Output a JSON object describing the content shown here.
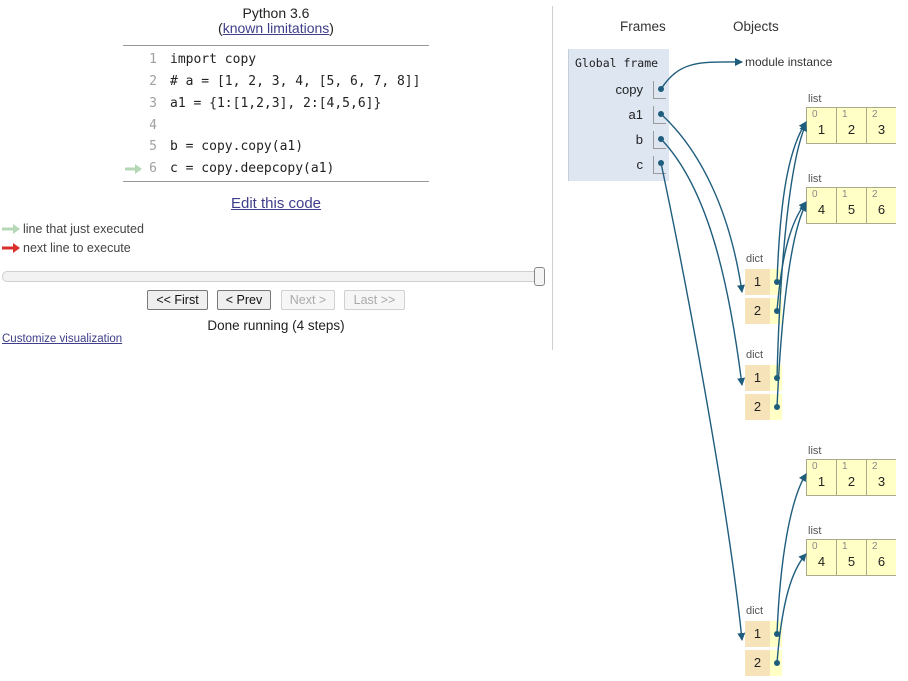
{
  "header": {
    "language": "Python 3.6",
    "limitations_prefix": "(",
    "limitations_link": "known limitations",
    "limitations_suffix": ")"
  },
  "code": {
    "lines": [
      {
        "num": "1",
        "text": "import copy"
      },
      {
        "num": "2",
        "text": "# a = [1, 2, 3, 4, [5, 6, 7, 8]]"
      },
      {
        "num": "3",
        "text": "a1 = {1:[1,2,3], 2:[4,5,6]}"
      },
      {
        "num": "4",
        "text": ""
      },
      {
        "num": "5",
        "text": "b = copy.copy(a1)"
      },
      {
        "num": "6",
        "text": "c = copy.deepcopy(a1)"
      }
    ],
    "executed_arrow_color": "#b6d7b6"
  },
  "edit_link": "Edit this code",
  "legend": {
    "executed": "line that just executed",
    "next": "next line to execute",
    "executed_color": "#b6d7b6",
    "next_color": "#d9302c"
  },
  "slider": {
    "position_fraction": 1.0
  },
  "nav": {
    "first": "<< First",
    "prev": "< Prev",
    "next": "Next >",
    "last": "Last >>"
  },
  "status": "Done running (4 steps)",
  "customize_link": "Customize visualization",
  "viz": {
    "frames_header": "Frames",
    "objects_header": "Objects",
    "global_frame": {
      "title": "Global frame",
      "vars": [
        "copy",
        "a1",
        "b",
        "c"
      ]
    },
    "module_label": "module instance",
    "list_label": "list",
    "dict_label": "dict",
    "lists": [
      {
        "indices": [
          "0",
          "1",
          "2"
        ],
        "values": [
          "1",
          "2",
          "3"
        ]
      },
      {
        "indices": [
          "0",
          "1",
          "2"
        ],
        "values": [
          "4",
          "5",
          "6"
        ]
      },
      {
        "indices": [
          "0",
          "1",
          "2"
        ],
        "values": [
          "1",
          "2",
          "3"
        ]
      },
      {
        "indices": [
          "0",
          "1",
          "2"
        ],
        "values": [
          "4",
          "5",
          "6"
        ]
      }
    ],
    "dicts": [
      {
        "keys": [
          "1",
          "2"
        ]
      },
      {
        "keys": [
          "1",
          "2"
        ]
      },
      {
        "keys": [
          "1",
          "2"
        ]
      }
    ],
    "arrow_color": "#1f5d7d"
  }
}
